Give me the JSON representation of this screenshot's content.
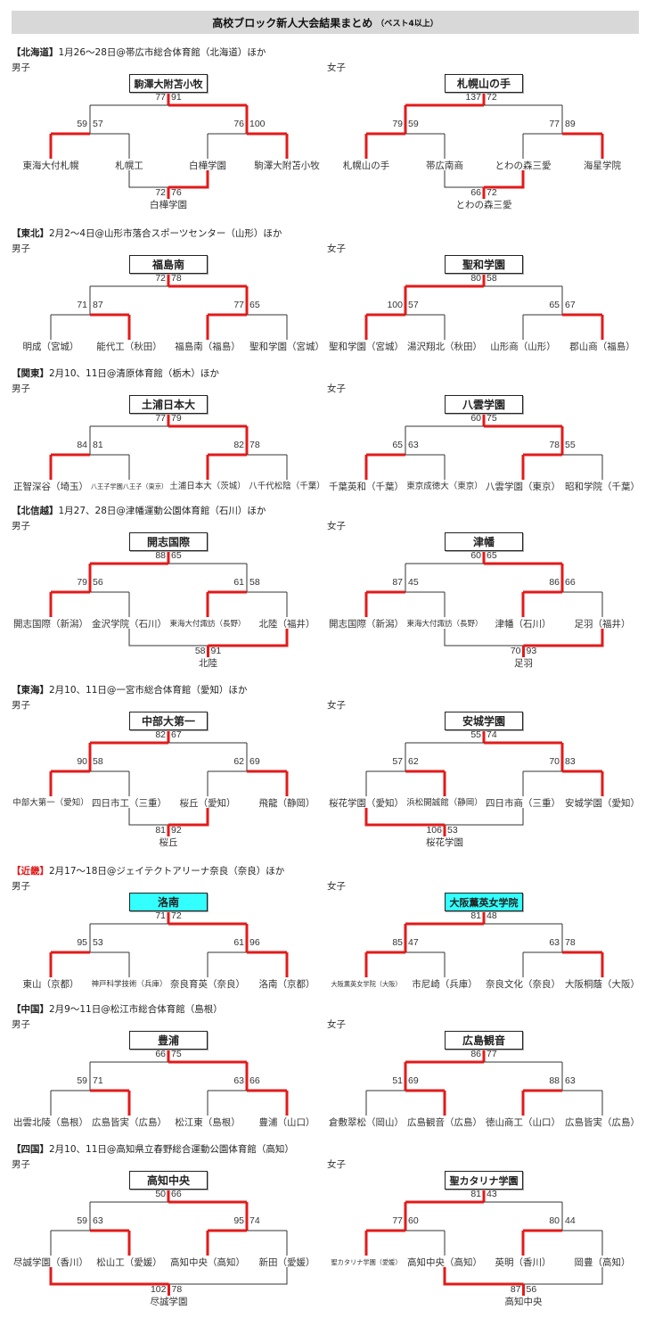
{
  "title": "高校ブロック新人大会結果まとめ",
  "subtitle": "（ベスト4以上）",
  "gender_labels": {
    "men": "男子",
    "women": "女子"
  },
  "colors": {
    "win_line": "#e31a1a",
    "line": "#333333",
    "highlight": "#33ffff",
    "kinki_label": "#e31a1a"
  },
  "regions": [
    {
      "label": "【北海道】",
      "details": "1月26～28日@帯広市総合体育館（北海道）ほか",
      "men": {
        "champion": "駒澤大附苫小牧",
        "final": [
          77,
          91
        ],
        "semis": [
          [
            59,
            57
          ],
          [
            76,
            100
          ]
        ],
        "teams": [
          "東海大付札幌",
          "札幌工",
          "白樺学園",
          "駒澤大附苫小牧"
        ],
        "third": {
          "scores": [
            72,
            76
          ],
          "winner": "白樺学園"
        }
      },
      "women": {
        "champion": "札幌山の手",
        "final": [
          137,
          72
        ],
        "semis": [
          [
            79,
            59
          ],
          [
            77,
            89
          ]
        ],
        "teams": [
          "札幌山の手",
          "帯広南商",
          "とわの森三愛",
          "海星学院"
        ],
        "third": {
          "scores": [
            66,
            72
          ],
          "winner": "とわの森三愛"
        }
      }
    },
    {
      "label": "【東北】",
      "details": "2月2～4日@山形市落合スポーツセンター（山形）ほか",
      "men": {
        "champion": "福島南",
        "final": [
          72,
          78
        ],
        "semis": [
          [
            71,
            87
          ],
          [
            77,
            65
          ]
        ],
        "teams": [
          "明成（宮城）",
          "能代工（秋田）",
          "福島南（福島）",
          "聖和学園（宮城）"
        ],
        "third": null
      },
      "women": {
        "champion": "聖和学園",
        "final": [
          80,
          58
        ],
        "semis": [
          [
            100,
            57
          ],
          [
            65,
            67
          ]
        ],
        "teams": [
          "聖和学園（宮城）",
          "湯沢翔北（秋田）",
          "山形商（山形）",
          "郡山商（福島）"
        ],
        "third": null
      }
    },
    {
      "label": "【関東】",
      "details": "2月10、11日@清原体育館（栃木）ほか",
      "men": {
        "champion": "土浦日本大",
        "final": [
          77,
          79
        ],
        "semis": [
          [
            84,
            81
          ],
          [
            82,
            78
          ]
        ],
        "teams": [
          "正智深谷（埼玉）",
          "八王子学園八王子（東京）",
          "土浦日本大（茨城）",
          "八千代松陰（千葉）"
        ],
        "third": null
      },
      "women": {
        "champion": "八雲学園",
        "final": [
          60,
          75
        ],
        "semis": [
          [
            65,
            63
          ],
          [
            78,
            55
          ]
        ],
        "teams": [
          "千葉英和（千葉）",
          "東京成徳大（東京）",
          "八雲学園（東京）",
          "昭和学院（千葉）"
        ],
        "third": null
      }
    },
    {
      "label": "【北信越】",
      "details": "1月27、28日@津幡運動公園体育館（石川）ほか",
      "men": {
        "champion": "開志国際",
        "final": [
          88,
          65
        ],
        "semis": [
          [
            79,
            56
          ],
          [
            61,
            58
          ]
        ],
        "teams": [
          "開志国際（新潟）",
          "金沢学院（石川）",
          "東海大付諏訪（長野）",
          "北陸（福井）"
        ],
        "third": {
          "scores": [
            58,
            91
          ],
          "winner": "北陸"
        }
      },
      "women": {
        "champion": "津幡",
        "final": [
          60,
          65
        ],
        "semis": [
          [
            87,
            45
          ],
          [
            86,
            66
          ]
        ],
        "teams": [
          "開志国際（新潟）",
          "東海大付諏訪（長野）",
          "津幡（石川）",
          "足羽（福井）"
        ],
        "third": {
          "scores": [
            70,
            93
          ],
          "winner": "足羽"
        }
      }
    },
    {
      "label": "【東海】",
      "details": "2月10、11日@一宮市総合体育館（愛知）ほか",
      "men": {
        "champion": "中部大第一",
        "final": [
          82,
          67
        ],
        "semis": [
          [
            90,
            58
          ],
          [
            62,
            69
          ]
        ],
        "teams": [
          "中部大第一（愛知）",
          "四日市工（三重）",
          "桜丘（愛知）",
          "飛龍（静岡）"
        ],
        "third": {
          "scores": [
            81,
            92
          ],
          "winner": "桜丘"
        }
      },
      "women": {
        "champion": "安城学園",
        "final": [
          55,
          74
        ],
        "semis": [
          [
            57,
            62
          ],
          [
            70,
            83
          ]
        ],
        "teams": [
          "桜花学園（愛知）",
          "浜松開誠館（静岡）",
          "四日市商（三重）",
          "安城学園（愛知）"
        ],
        "third": {
          "scores": [
            106,
            53
          ],
          "winner": "桜花学園"
        }
      }
    },
    {
      "label": "【近畿】",
      "details": "2月17～18日@ジェイテクトアリーナ奈良（奈良）ほか",
      "label_red": true,
      "men": {
        "champion": "洛南",
        "highlight": true,
        "final": [
          71,
          72
        ],
        "semis": [
          [
            95,
            53
          ],
          [
            61,
            96
          ]
        ],
        "teams": [
          "東山（京都）",
          "神戸科学技術（兵庫）",
          "奈良育英（奈良）",
          "洛南（京都）"
        ],
        "third": null
      },
      "women": {
        "champion": "大阪薫英女学院",
        "highlight": true,
        "final": [
          81,
          48
        ],
        "semis": [
          [
            85,
            47
          ],
          [
            63,
            78
          ]
        ],
        "teams": [
          "大阪薫英女学院（大阪）",
          "市尼崎（兵庫）",
          "奈良文化（奈良）",
          "大阪桐蔭（大阪）"
        ],
        "third": null
      }
    },
    {
      "label": "【中国】",
      "details": "2月9～11日@松江市総合体育館（島根）",
      "men": {
        "champion": "豊浦",
        "final": [
          66,
          75
        ],
        "semis": [
          [
            59,
            71
          ],
          [
            63,
            66
          ]
        ],
        "teams": [
          "出雲北陵（島根）",
          "広島皆実（広島）",
          "松江東（島根）",
          "豊浦（山口）"
        ],
        "third": null
      },
      "women": {
        "champion": "広島観音",
        "final": [
          86,
          77
        ],
        "semis": [
          [
            51,
            69
          ],
          [
            88,
            63
          ]
        ],
        "teams": [
          "倉敷翠松（岡山）",
          "広島観音（広島）",
          "徳山商工（山口）",
          "広島皆実（広島）"
        ],
        "third": null
      }
    },
    {
      "label": "【四国】",
      "details": "2月10、11日@高知県立春野総合運動公園体育館（高知）",
      "men": {
        "champion": "高知中央",
        "final": [
          50,
          66
        ],
        "semis": [
          [
            59,
            63
          ],
          [
            95,
            74
          ]
        ],
        "teams": [
          "尽誠学園（香川）",
          "松山工（愛媛）",
          "高知中央（高知）",
          "新田（愛媛）"
        ],
        "third": {
          "scores": [
            102,
            78
          ],
          "winner": "尽誠学園"
        }
      },
      "women": {
        "champion": "聖カタリナ学園",
        "final": [
          81,
          43
        ],
        "semis": [
          [
            77,
            60
          ],
          [
            80,
            44
          ]
        ],
        "teams": [
          "聖カタリナ学園（愛媛）",
          "高知中央（高知）",
          "英明（香川）",
          "岡豊（高知）"
        ],
        "third": {
          "scores": [
            87,
            56
          ],
          "winner": "高知中央"
        }
      }
    }
  ]
}
